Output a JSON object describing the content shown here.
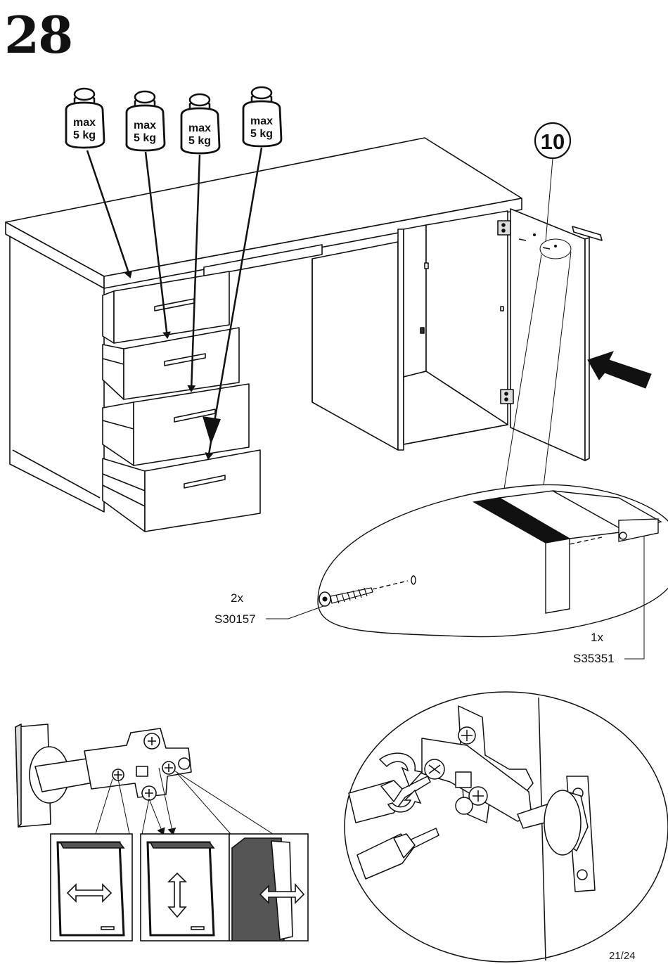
{
  "step": {
    "number": "28"
  },
  "weights": [
    {
      "top": "max",
      "bottom": "5 kg"
    },
    {
      "top": "max",
      "bottom": "5 kg"
    },
    {
      "top": "max",
      "bottom": "5 kg"
    },
    {
      "top": "max",
      "bottom": "5 kg"
    }
  ],
  "callout": {
    "part_number": "10"
  },
  "parts": {
    "screw": {
      "qty": "2x",
      "code": "S30157"
    },
    "stopper": {
      "qty": "1x",
      "code": "S35351"
    }
  },
  "footer": {
    "page": "21/24"
  },
  "icons": [
    "weight-icon",
    "arrow-icon",
    "horizontal-adjust-icon",
    "vertical-adjust-icon",
    "depth-adjust-icon",
    "screwdriver-icon",
    "rotate-icon",
    "hinge-icon",
    "screw-icon"
  ],
  "colors": {
    "line": "#111111",
    "dark_panel": "#555555",
    "paper": "#ffffff"
  }
}
